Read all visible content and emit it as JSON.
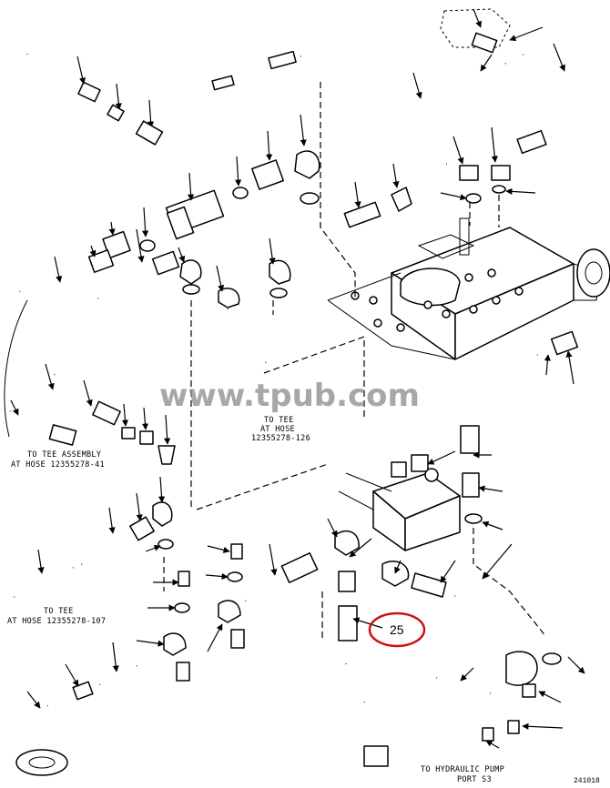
{
  "labels": {
    "tee_assembly": {
      "line1": "TO TEE ASSEMBLY",
      "line2": "AT HOSE 12355278-41"
    },
    "tee_hose_126": {
      "line1": "TO TEE",
      "line2": "AT HOSE",
      "line3": "12355278-126"
    },
    "tee_hose_107": {
      "line1": "TO TEE",
      "line2": "AT HOSE 12355278-107"
    },
    "hydraulic_pump": {
      "line1": "TO HYDRAULIC PUMP",
      "line2": "PORT S3"
    }
  },
  "callout": {
    "number": "25",
    "ring_color": "#d01010"
  },
  "watermark": "www.tpub.com",
  "figure_number": "241018"
}
